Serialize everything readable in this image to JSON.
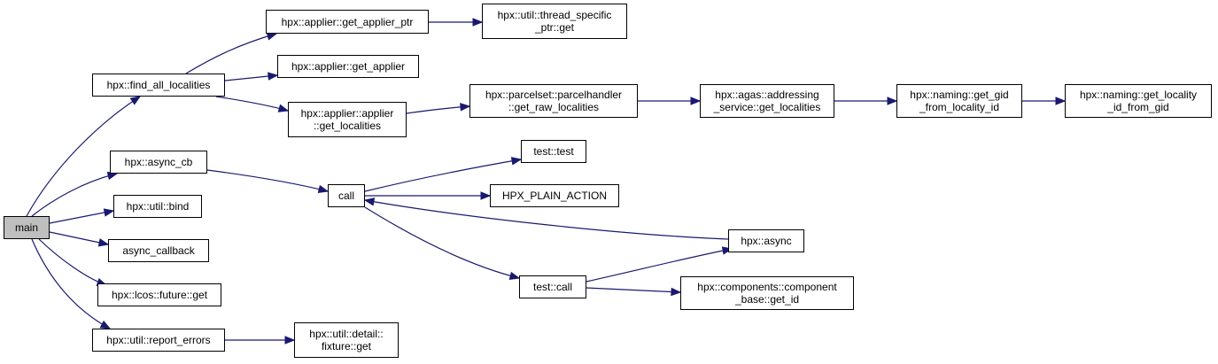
{
  "graph": {
    "colors": {
      "edge": "#191970",
      "node_border": "#000000",
      "root_fill": "#bfbfbf",
      "node_fill": "#ffffff"
    },
    "nodes": {
      "main": "main",
      "find_all": "hpx::find_all_localities",
      "async_cb": "hpx::async_cb",
      "bind": "hpx::util::bind",
      "async_callback": "async_callback",
      "future_get": "hpx::lcos::future::get",
      "report_errors": "hpx::util::report_errors",
      "get_applier_ptr": "hpx::applier::get_applier_ptr",
      "thread_specific": "hpx::util::thread_specific\n_ptr::get",
      "get_applier": "hpx::applier::get_applier",
      "applier_get_localities": "hpx::applier::applier\n::get_localities",
      "parcelhandler": "hpx::parcelset::parcelhandler\n::get_raw_localities",
      "addressing": "hpx::agas::addressing\n_service::get_localities",
      "get_gid": "hpx::naming::get_gid\n_from_locality_id",
      "get_locality_id": "hpx::naming::get_locality\n_id_from_gid",
      "call": "call",
      "test_test": "test::test",
      "plain_action": "HPX_PLAIN_ACTION",
      "hpx_async": "hpx::async",
      "test_call": "test::call",
      "component_base": "hpx::components::component\n_base::get_id",
      "fixture_get": "hpx::util::detail::\nfixture::get"
    }
  }
}
